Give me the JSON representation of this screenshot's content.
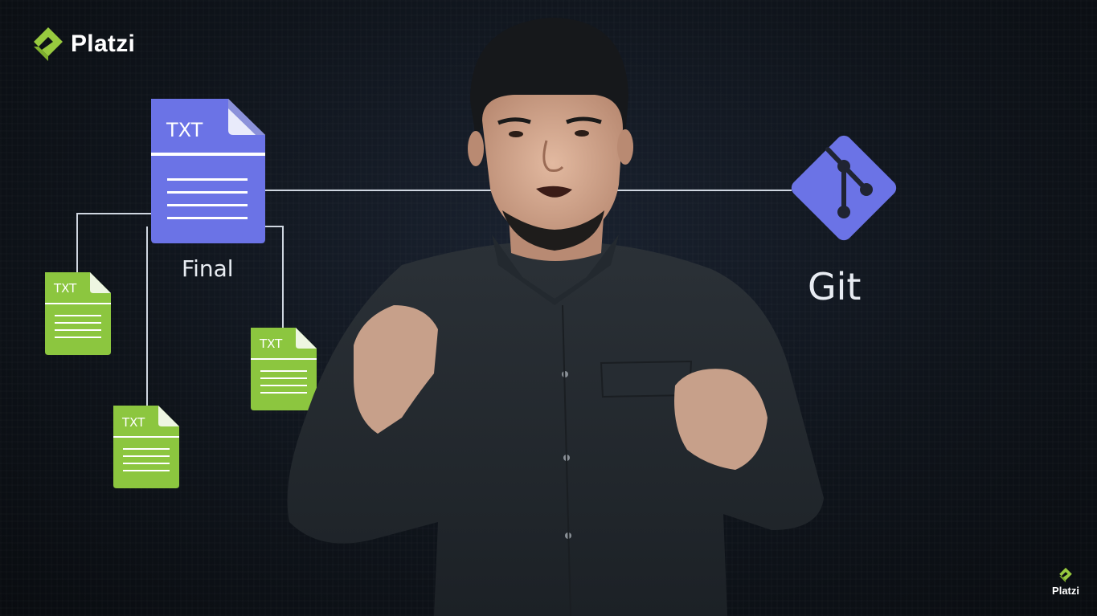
{
  "brand": {
    "logo_text": "Platzi",
    "corner_logo_text": "Platzi",
    "accent_color": "#98ca3f"
  },
  "diagram": {
    "main_file": {
      "tag": "TXT",
      "label": "Final",
      "color": "#6b73e6"
    },
    "versions": [
      {
        "tag": "TXT",
        "color": "#8cc63f"
      },
      {
        "tag": "TXT",
        "color": "#8cc63f"
      },
      {
        "tag": "TXT",
        "color": "#8cc63f"
      }
    ],
    "tool": {
      "label": "Git",
      "color": "#6b73e6"
    }
  },
  "icons": {
    "logo": "platzi-logo-icon",
    "main_file": "document-icon",
    "version_file": "document-icon",
    "tool": "git-logo-icon"
  }
}
